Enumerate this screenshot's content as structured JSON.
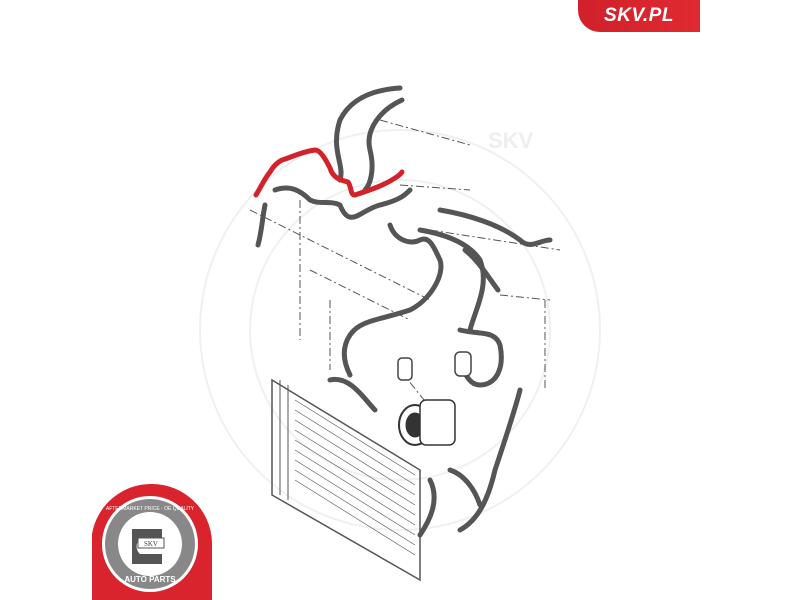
{
  "brand": {
    "site_label": "SKV.PL",
    "color": "#d9232d"
  },
  "watermark": {
    "text": "SKV"
  },
  "badge": {
    "top_text": "AFTERMARKET PRICE · OE QUALITY",
    "center_text": "SKV",
    "bottom_text": "AUTO PARTS"
  },
  "diagram": {
    "subject": "air conditioning refrigerant line assembly",
    "highlighted_part": "ac-refrigerant-hose",
    "highlight_color": "#d2232a",
    "line_color": "#555555"
  }
}
